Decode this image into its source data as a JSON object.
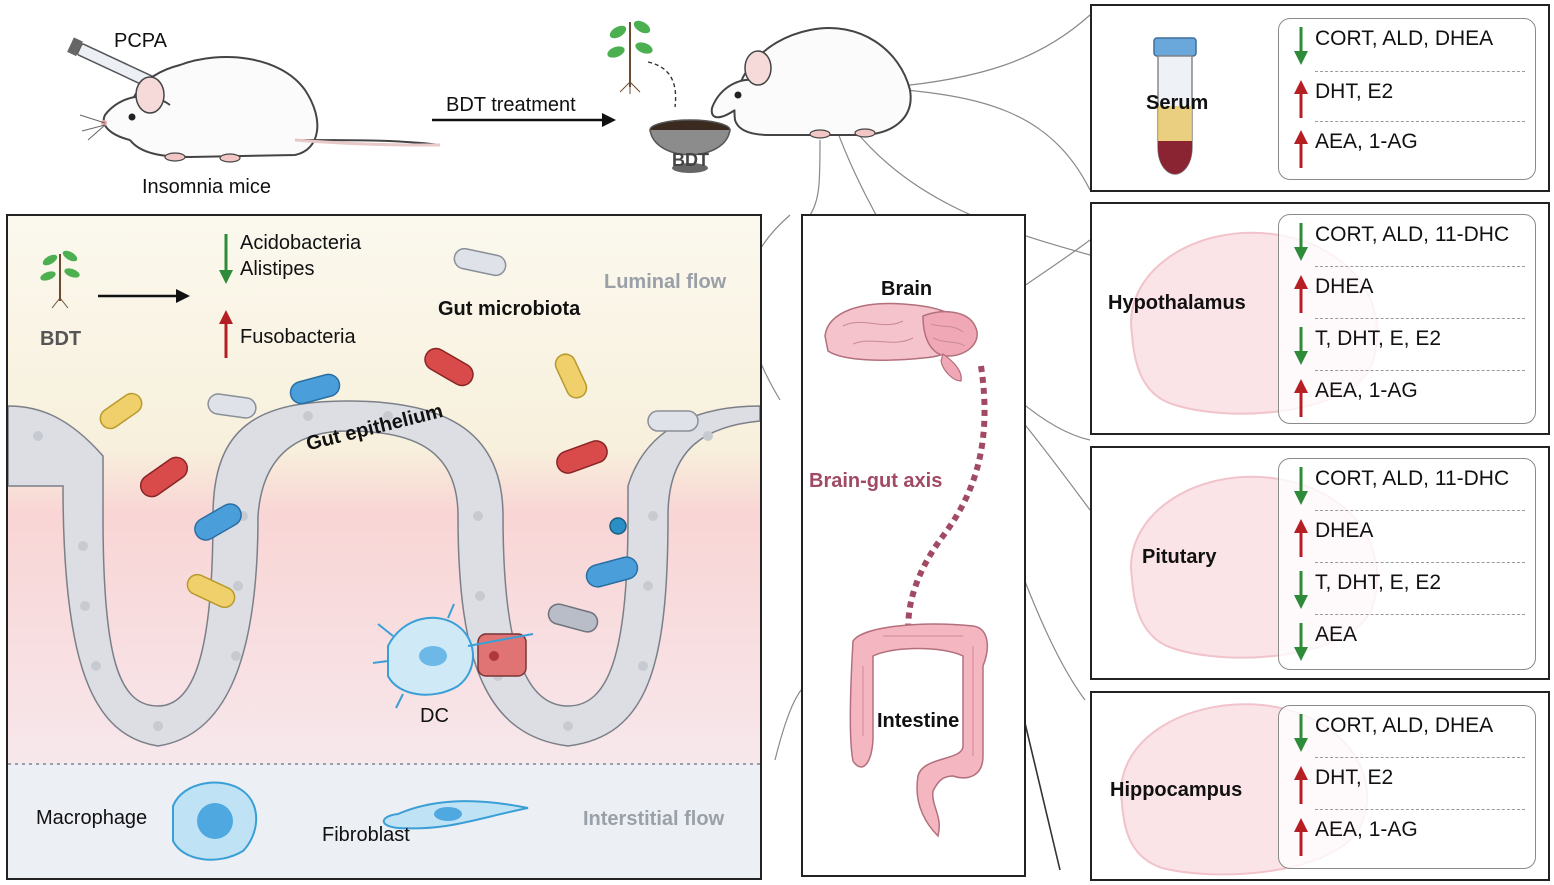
{
  "top": {
    "pcpa_label": "PCPA",
    "insomnia_label": "Insomnia mice",
    "treatment_label": "BDT treatment",
    "bowl_label": "BDT"
  },
  "gut_panel": {
    "bdt_label": "BDT",
    "down_taxa": [
      "Acidobacteria",
      "Alistipes"
    ],
    "up_taxa": [
      "Fusobacteria"
    ],
    "gut_microbiota": "Gut microbiota",
    "luminal_flow": "Luminal flow",
    "gut_epithelium": "Gut epithelium",
    "dc": "DC",
    "macrophage": "Macrophage",
    "fibroblast": "Fibroblast",
    "interstitial_flow": "Interstitial flow"
  },
  "axis_panel": {
    "brain": "Brain",
    "intestine": "Intestine",
    "axis_label": "Brain-gut axis"
  },
  "regions": [
    {
      "name": "Serum",
      "rows": [
        {
          "dir": "down",
          "text": "CORT, ALD, DHEA"
        },
        {
          "dir": "up",
          "text": "DHT, E2"
        },
        {
          "dir": "up",
          "text": "AEA, 1-AG"
        }
      ]
    },
    {
      "name": "Hypothalamus",
      "rows": [
        {
          "dir": "down",
          "text": "CORT, ALD, 11-DHC"
        },
        {
          "dir": "up",
          "text": "DHEA"
        },
        {
          "dir": "down",
          "text": "T, DHT, E, E2"
        },
        {
          "dir": "up",
          "text": "AEA, 1-AG"
        }
      ]
    },
    {
      "name": "Pitutary",
      "rows": [
        {
          "dir": "down",
          "text": "CORT, ALD, 11-DHC"
        },
        {
          "dir": "up",
          "text": "DHEA"
        },
        {
          "dir": "down",
          "text": "T, DHT, E, E2"
        },
        {
          "dir": "down",
          "text": "AEA"
        }
      ]
    },
    {
      "name": "Hippocampus",
      "rows": [
        {
          "dir": "down",
          "text": "CORT, ALD, DHEA"
        },
        {
          "dir": "up",
          "text": "DHT, E2"
        },
        {
          "dir": "up",
          "text": "AEA, 1-AG"
        }
      ]
    }
  ],
  "colors": {
    "up_arrow": "#b51f24",
    "down_arrow": "#2e8b3a",
    "axis_dash": "#a14a63",
    "lumen": "#f4eed8",
    "tissue_pink": "#f6cfcf",
    "cell_grey": "#d9dbe0"
  }
}
